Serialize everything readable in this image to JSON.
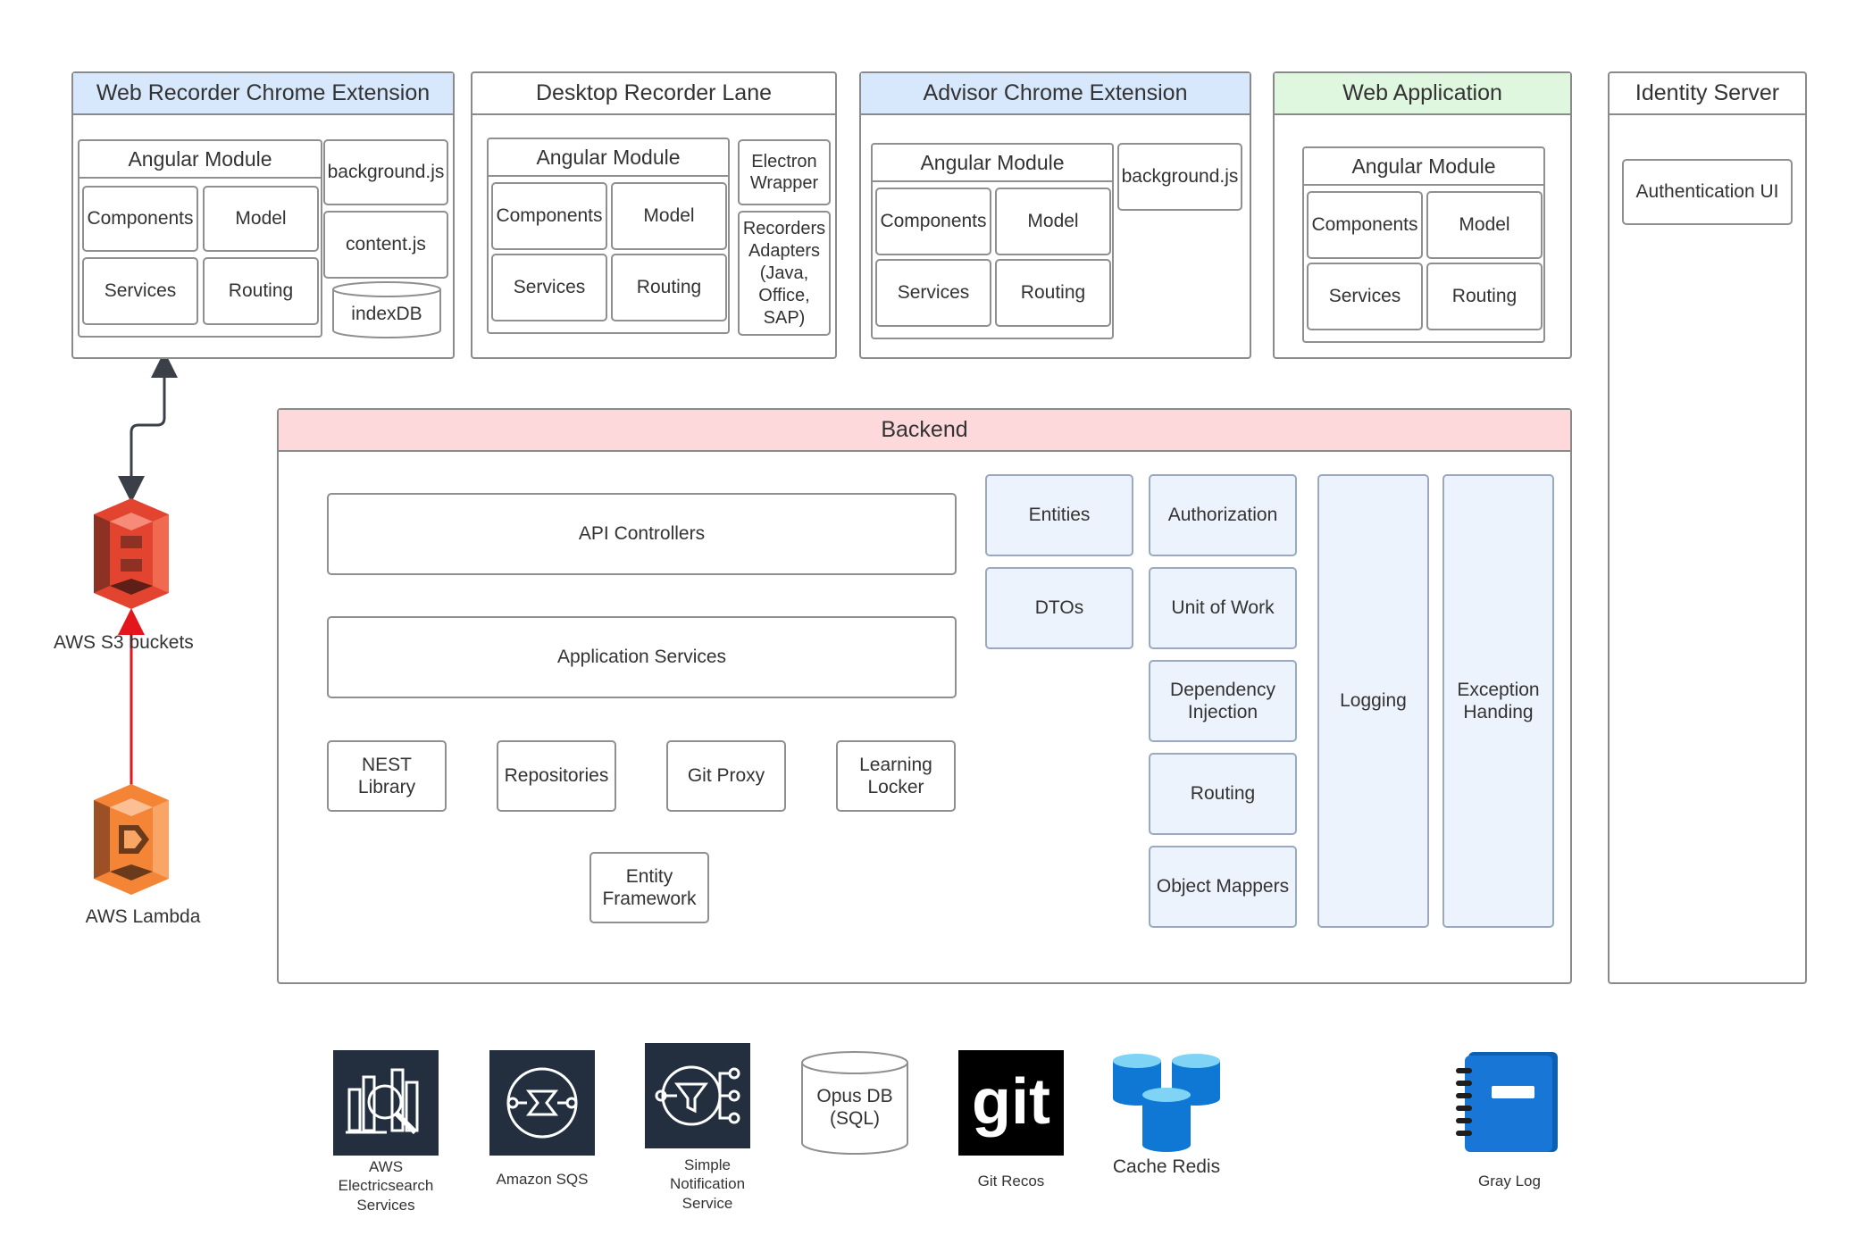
{
  "lanes": {
    "web_recorder": {
      "title": "Web Recorder Chrome Extension",
      "angular_module": "Angular Module",
      "components": "Components",
      "model": "Model",
      "services": "Services",
      "routing": "Routing",
      "background": "background.js",
      "content": "content.js",
      "indexdb": "indexDB",
      "header_color": "#d7e8fc"
    },
    "desktop_recorder": {
      "title": "Desktop Recorder Lane",
      "angular_module": "Angular Module",
      "components": "Components",
      "model": "Model",
      "services": "Services",
      "routing": "Routing",
      "electron": "Electron\nWrapper",
      "recorders": "Recorders\nAdapters\n(Java,\nOffice,\nSAP)"
    },
    "advisor": {
      "title": "Advisor Chrome Extension",
      "angular_module": "Angular Module",
      "components": "Components",
      "model": "Model",
      "services": "Services",
      "routing": "Routing",
      "background": "background.js",
      "header_color": "#d7e8fc"
    },
    "web_app": {
      "title": "Web Application",
      "angular_module": "Angular Module",
      "components": "Components",
      "model": "Model",
      "services": "Services",
      "routing": "Routing",
      "header_color": "#dff6df"
    },
    "identity": {
      "title": "Identity Server",
      "auth_ui": "Authentication UI"
    }
  },
  "backend": {
    "title": "Backend",
    "header_color": "#fdd9db",
    "api_controllers": "API Controllers",
    "application_services": "Application Services",
    "nest_library": "NEST\nLibrary",
    "repositories": "Repositories",
    "git_proxy": "Git Proxy",
    "learning_locker": "Learning\nLocker",
    "entity_framework": "Entity\nFramework",
    "entities": "Entities",
    "dtos": "DTOs",
    "authorization": "Authorization",
    "unit_of_work": "Unit of Work",
    "dependency_injection": "Dependency\nInjection",
    "routing": "Routing",
    "object_mappers": "Object Mappers",
    "logging": "Logging",
    "exception_handling": "Exception\nHanding"
  },
  "aws": {
    "s3_label": "AWS S3 buckets",
    "lambda_label": "AWS Lambda",
    "s3_color": "#e2442f",
    "lambda_color": "#f58536",
    "trigger_arrow_color": "#e3161b"
  },
  "services": {
    "elasticsearch": "AWS\nElectricsearch\nServices",
    "sqs": "Amazon SQS",
    "sns": "Simple\nNotification\nService",
    "opus_db": "Opus DB\n(SQL)",
    "git": "Git Recos",
    "git_logo_text": "git",
    "redis": "Cache Redis",
    "gray_log": "Gray Log",
    "aws_icon_bg": "#232f3e",
    "redis_color": "#0f78d4",
    "graylog_color": "#1877d6"
  }
}
